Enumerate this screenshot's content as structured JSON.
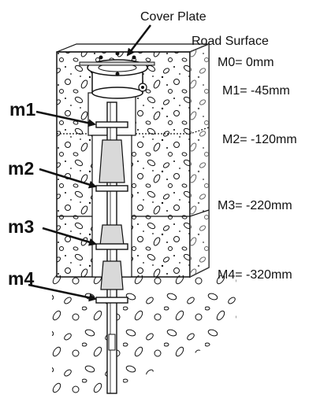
{
  "labels": {
    "cover_plate": "Cover Plate",
    "road_surface": "Road Surface"
  },
  "levels": [
    {
      "text": "M0= 0mm",
      "depth_mm": 0
    },
    {
      "text": "M1= -45mm",
      "depth_mm": -45
    },
    {
      "text": "M2= -120mm",
      "depth_mm": -120
    },
    {
      "text": "M3= -220mm",
      "depth_mm": -220
    },
    {
      "text": "M4= -320mm",
      "depth_mm": -320
    }
  ],
  "sensors": [
    "m1",
    "m2",
    "m3",
    "m4"
  ],
  "colors": {
    "ink": "#111111",
    "paper": "#ffffff",
    "shade": "#d9d9d9"
  }
}
